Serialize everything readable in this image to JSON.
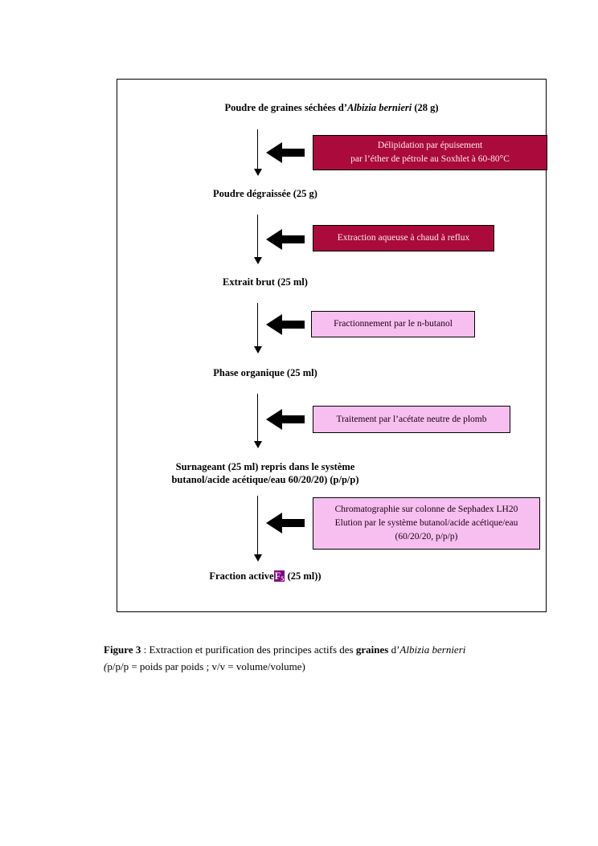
{
  "figure": {
    "stages": [
      {
        "id": "starting-material",
        "text_prefix": "Poudre de graines séchées d’",
        "species": "Albizia bernieri",
        "text_suffix": " (28 g)"
      },
      {
        "id": "defatted-powder",
        "text": "Poudre dégraissée (25 g)"
      },
      {
        "id": "crude-extract",
        "text": "Extrait brut (25 ml)"
      },
      {
        "id": "organic-phase",
        "text": "Phase organique (25 ml)"
      },
      {
        "id": "supernatant",
        "line1": "Surnageant (25 ml) repris dans le système",
        "line2": "butanol/acide acétique/eau 60/20/20) (p/p/p)"
      },
      {
        "id": "active-fraction",
        "prefix": "Fraction active",
        "highlight_letter": "F",
        "highlight_sub": "5",
        "suffix": " (25 ml))"
      }
    ],
    "processes": [
      {
        "id": "delipidation",
        "style": "dark",
        "lines": [
          "Délipidation par épuisement",
          "par l’éther de pétrole au Soxhlet à 60-80°C"
        ]
      },
      {
        "id": "aqueous-extraction",
        "style": "dark",
        "lines": [
          "Extraction aqueuse à chaud à reflux"
        ]
      },
      {
        "id": "butanol-fractionation",
        "style": "light",
        "lines": [
          "Fractionnement par le n-butanol"
        ]
      },
      {
        "id": "lead-acetate-treatment",
        "style": "light",
        "lines": [
          "Traitement par l’acétate neutre de plomb"
        ]
      },
      {
        "id": "sephadex-chromatography",
        "style": "light",
        "lines": [
          "Chromatographie sur colonne de Sephadex LH20",
          "Elution par le système butanol/acide acétique/eau",
          "(60/20/20, p/p/p)"
        ]
      }
    ],
    "colors": {
      "dark_box_fill": "#AA0A3C",
      "dark_box_text": "#FFE9F0",
      "light_box_fill": "#F7BFF0",
      "light_box_text": "#1A0010",
      "border": "#000000",
      "highlight": "#800080",
      "page_background": "#FFFFFF"
    }
  },
  "caption": {
    "figure_number": "Figure 3",
    "separator": " : ",
    "text_before_bold": "Extraction et purification des principes actifs des ",
    "bold_word": "graines",
    "text_after_bold": " d’",
    "species": "Albizia bernieri",
    "line2_italic": "(",
    "line2_rest": "p/p/p = poids par poids ; v/v = volume/volume)"
  }
}
